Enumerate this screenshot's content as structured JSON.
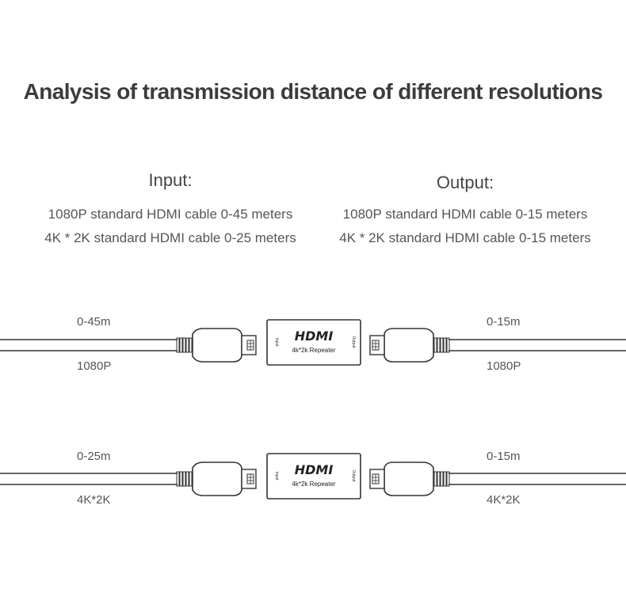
{
  "title": "Analysis of transmission distance of different resolutions",
  "input": {
    "heading": "Input:",
    "lines": [
      "1080P standard HDMI cable 0-45 meters",
      "4K * 2K standard HDMI cable 0-25 meters"
    ]
  },
  "output": {
    "heading": "Output:",
    "lines": [
      "1080P standard HDMI cable 0-15 meters",
      "4K * 2K standard HDMI cable 0-15 meters"
    ]
  },
  "rows": [
    {
      "left_distance": "0-45m",
      "left_resolution": "1080P",
      "right_distance": "0-15m",
      "right_resolution": "1080P"
    },
    {
      "left_distance": "0-25m",
      "left_resolution": "4K*2K",
      "right_distance": "0-15m",
      "right_resolution": "4K*2K"
    }
  ],
  "device": {
    "logo": "HDMI",
    "model": "4k*2k Repeater",
    "input_port": "Input",
    "output_port": "Output"
  }
}
